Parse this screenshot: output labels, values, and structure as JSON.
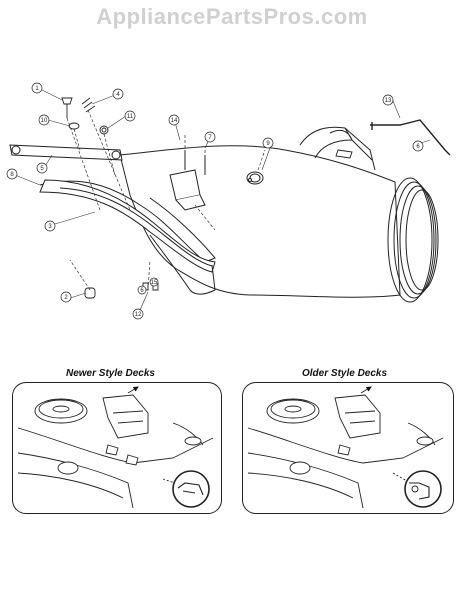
{
  "watermark": "AppliancePartsPros.com",
  "callouts": [
    {
      "id": "1",
      "label": "1"
    },
    {
      "id": "2",
      "label": "2"
    },
    {
      "id": "3",
      "label": "3"
    },
    {
      "id": "4",
      "label": "4"
    },
    {
      "id": "5",
      "label": "5"
    },
    {
      "id": "6",
      "label": "6"
    },
    {
      "id": "7",
      "label": "7"
    },
    {
      "id": "8",
      "label": "8"
    },
    {
      "id": "9",
      "label": "9"
    },
    {
      "id": "10",
      "label": "10"
    },
    {
      "id": "11",
      "label": "11"
    },
    {
      "id": "12",
      "label": "12"
    },
    {
      "id": "13",
      "label": "13"
    },
    {
      "id": "14",
      "label": "14"
    },
    {
      "id": "15",
      "label": "15"
    }
  ],
  "panels": {
    "newer": {
      "title": "Newer Style Decks"
    },
    "older": {
      "title": "Older Style Decks"
    }
  }
}
